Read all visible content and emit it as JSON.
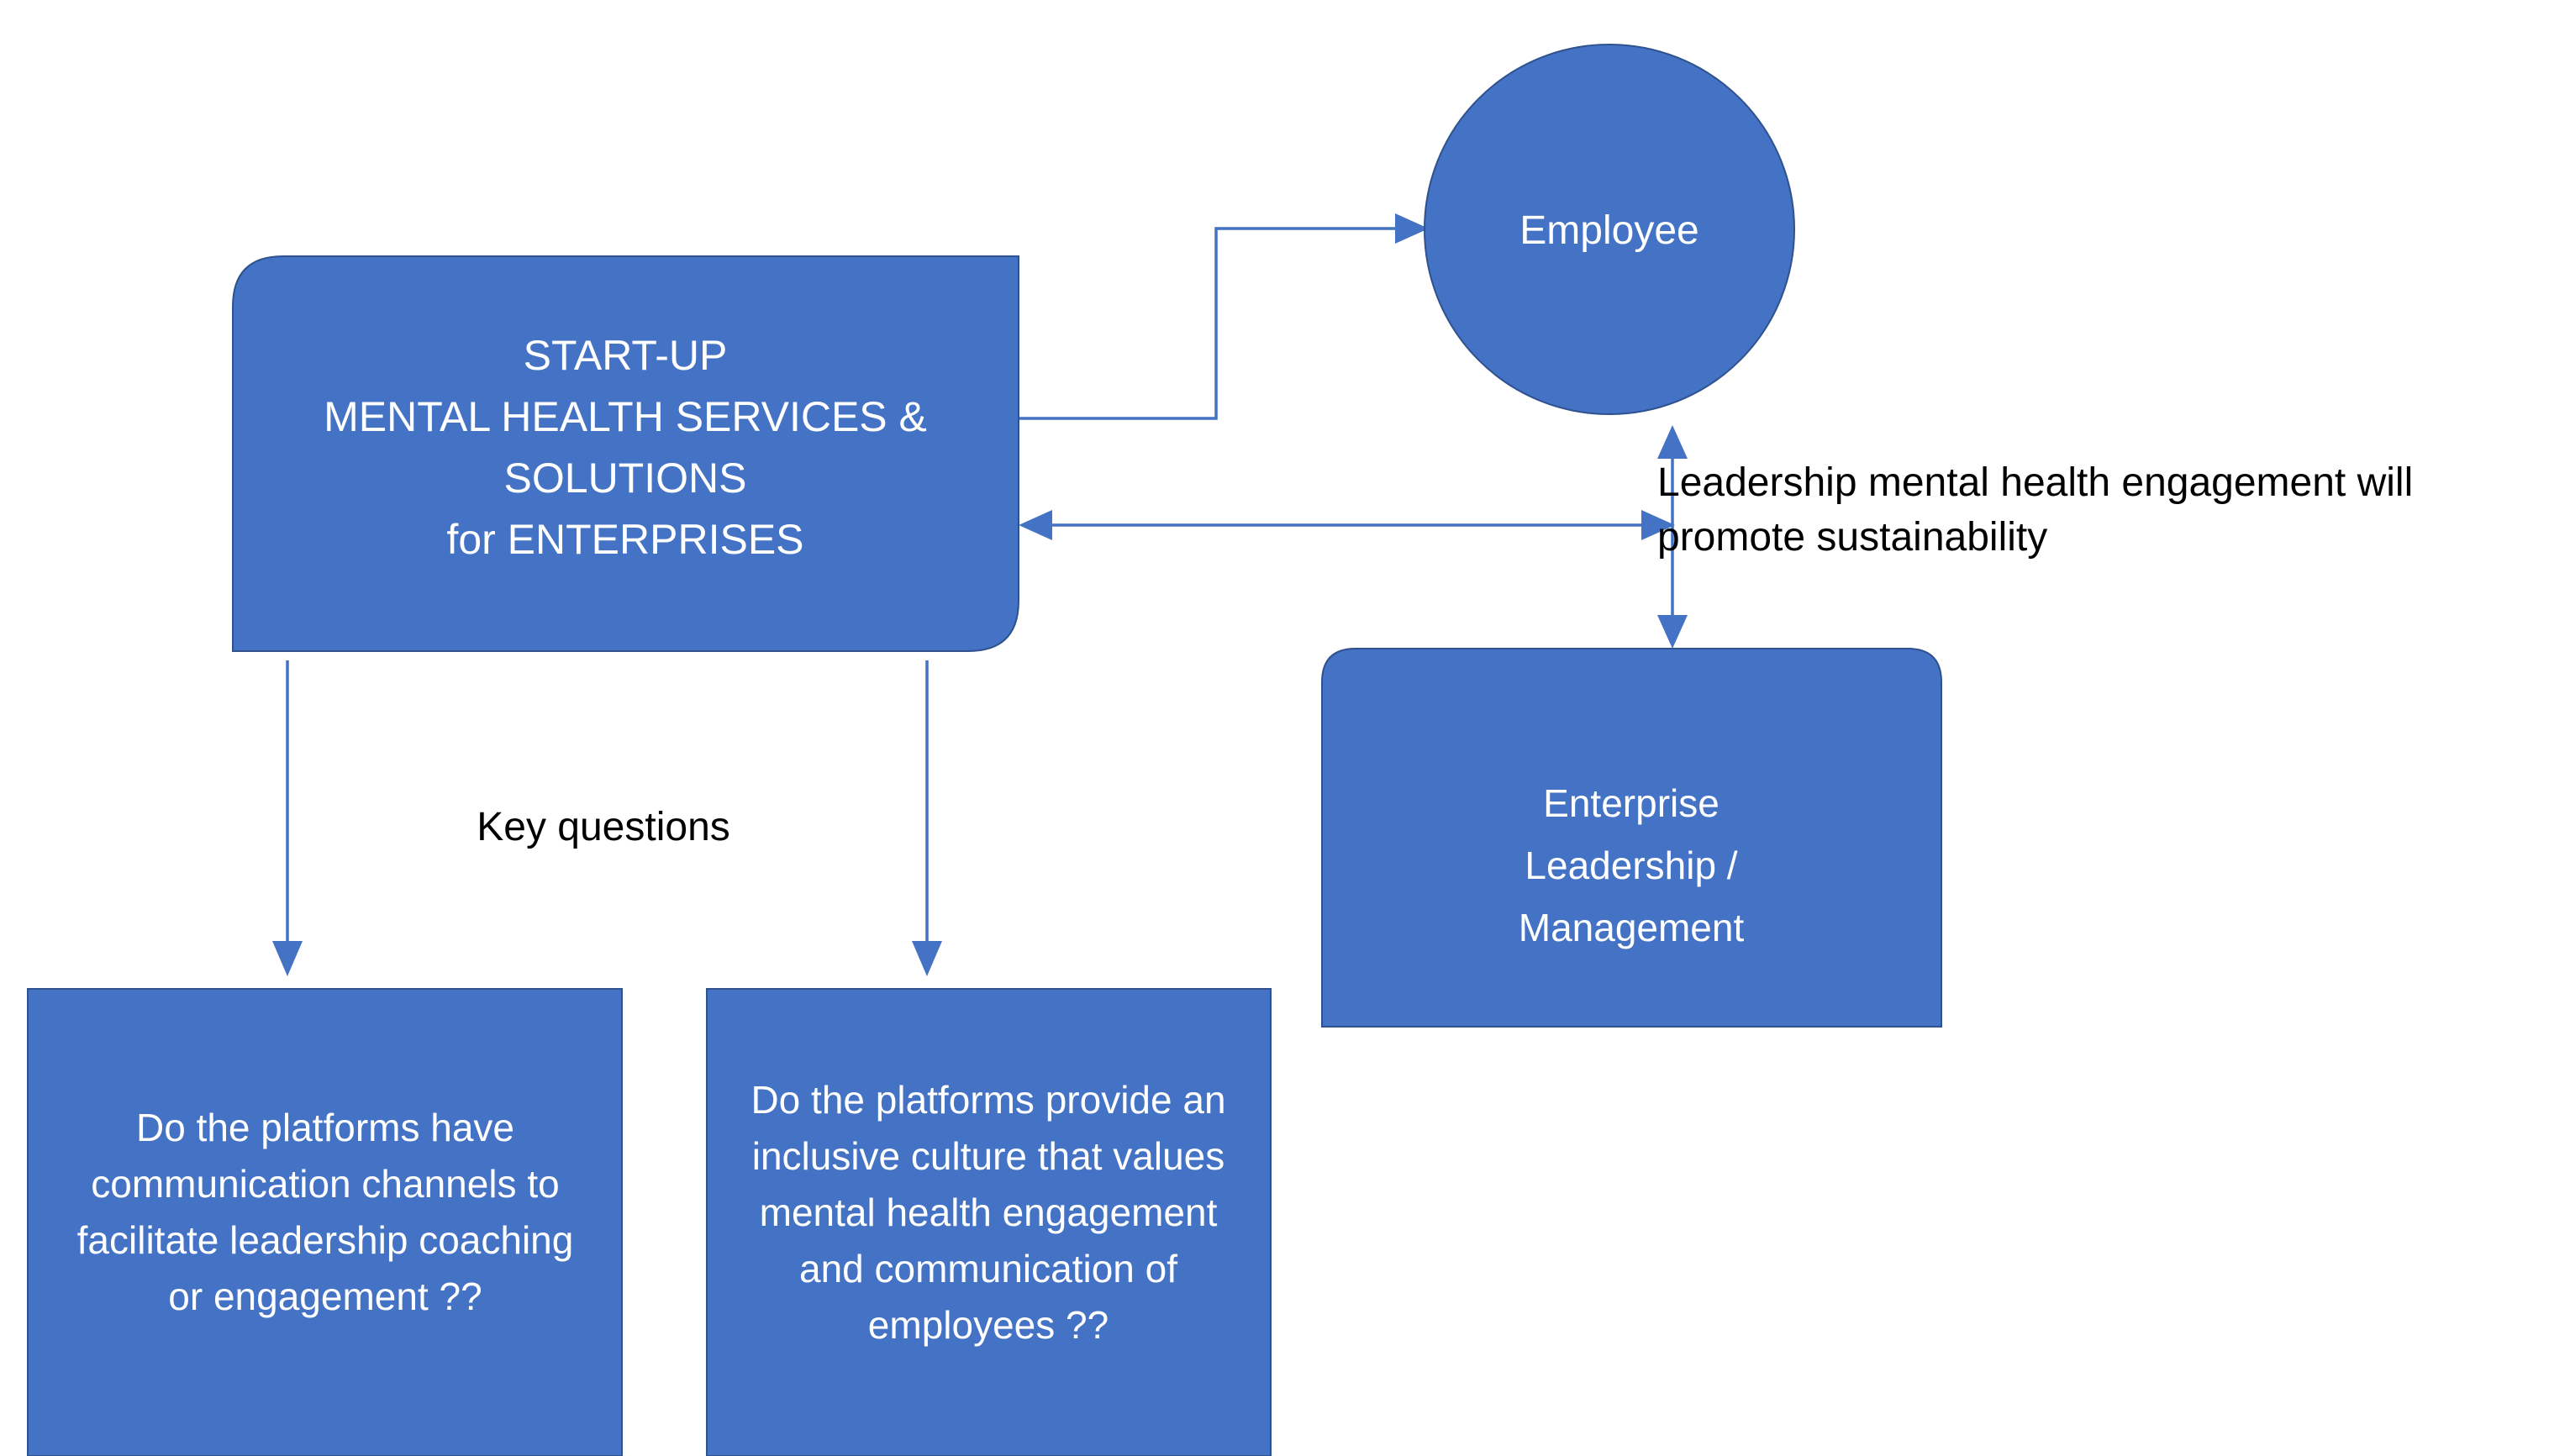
{
  "diagram": {
    "title": "Start-up mental health services and solutions for enterprises",
    "colors": {
      "shape_fill": "#4472C4",
      "shape_stroke": "#2F528F",
      "connector": "#4472C4",
      "shape_text": "#FFFFFF",
      "plain_text": "#000000",
      "background": "#FFFFFF"
    },
    "nodes": {
      "startup": {
        "name": "START-UP box",
        "lines": [
          "START-UP",
          "MENTAL HEALTH SERVICES &",
          "SOLUTIONS",
          "for ENTERPRISES"
        ]
      },
      "employee": {
        "name": "Employee circle",
        "label": "Employee"
      },
      "enterprise": {
        "name": "Enterprise Leadership / Management box",
        "lines": [
          "Enterprise",
          "Leadership /",
          "Management"
        ]
      },
      "question_one": {
        "name": "Key question box 1",
        "lines": [
          "Do the platforms have",
          "communication channels to",
          "facilitate leadership coaching",
          "or engagement ??"
        ]
      },
      "question_two": {
        "name": "Key question box 2",
        "lines": [
          "Do the platforms provide an",
          "inclusive culture that values",
          "mental health engagement",
          "and communication of",
          "employees ??"
        ]
      }
    },
    "labels": {
      "key_questions": "Key questions",
      "sustainability_note": [
        "Leadership mental health engagement will",
        "promote sustainability"
      ]
    },
    "connectors": [
      {
        "name": "startup-to-employee",
        "from": "startup",
        "to": "employee",
        "style": "elbow",
        "arrows": "end"
      },
      {
        "name": "startup-to-enterprise",
        "from": "startup",
        "to": "enterprise",
        "style": "straight-horizontal",
        "arrows": "both"
      },
      {
        "name": "employee-to-enterprise",
        "from": "employee",
        "to": "enterprise",
        "style": "straight-vertical",
        "arrows": "both"
      },
      {
        "name": "startup-to-question-one",
        "from": "startup",
        "to": "question_one",
        "style": "straight-vertical",
        "arrows": "end"
      },
      {
        "name": "startup-to-question-two",
        "from": "startup",
        "to": "question_two",
        "style": "straight-vertical",
        "arrows": "end"
      }
    ]
  }
}
